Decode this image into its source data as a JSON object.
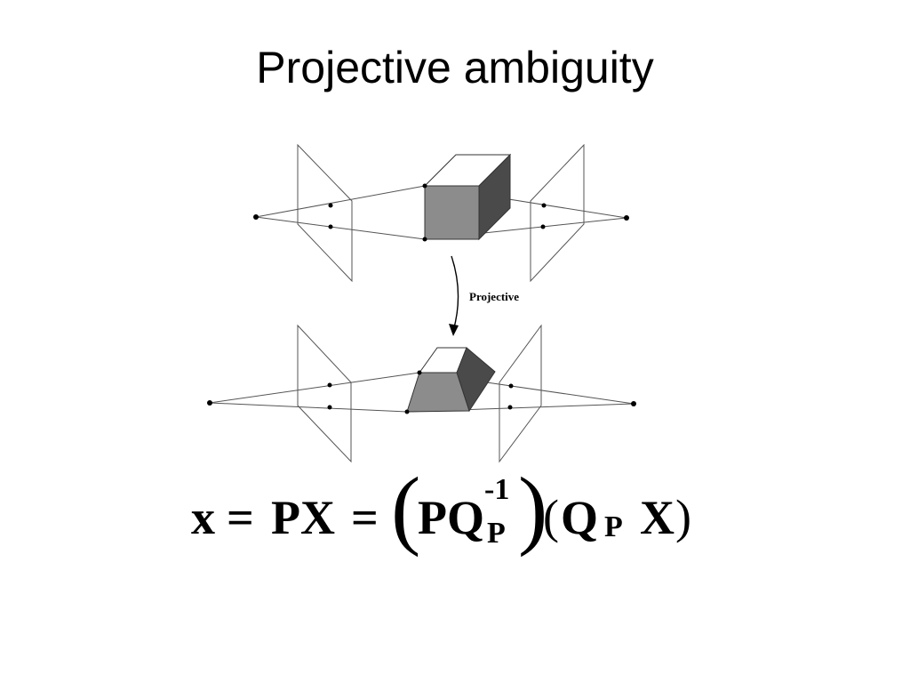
{
  "slide": {
    "title": "Projective ambiguity"
  },
  "diagram": {
    "arrow_label": "Projective",
    "colors": {
      "stroke": "#555555",
      "cube_front": "#8c8c8c",
      "cube_side": "#4a4a4a",
      "cube_top": "#ffffff",
      "points": "#000000"
    }
  },
  "formula": {
    "x": "x",
    "eq1": "=",
    "PX": "PX",
    "eq2": "=",
    "lparen1": "(",
    "PQ": "PQ",
    "sup": "-1",
    "sub1": "P",
    "rparen1": ")",
    "lparen2": "(",
    "Q": "Q",
    "sub2": "P",
    "X": "X",
    "rparen2": ")"
  }
}
